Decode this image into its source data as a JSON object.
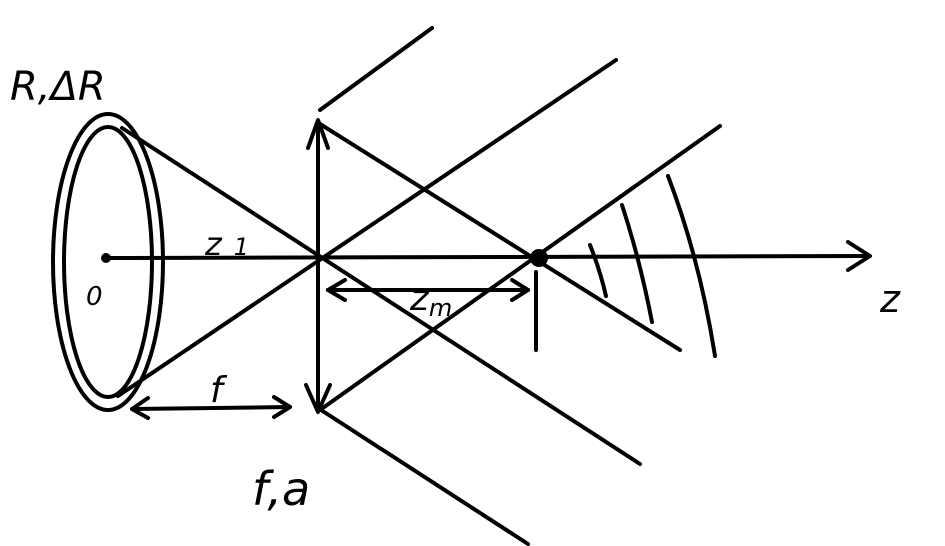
{
  "labels": {
    "source": "R,ΔR",
    "origin": "0",
    "axis": "z",
    "z1": "z",
    "z1_sub": "1",
    "zm": "z",
    "zm_sub": "m",
    "focal_distance": "f",
    "lens": "f,a"
  },
  "colors": {
    "ink": "#000000",
    "background": "#ffffff"
  }
}
